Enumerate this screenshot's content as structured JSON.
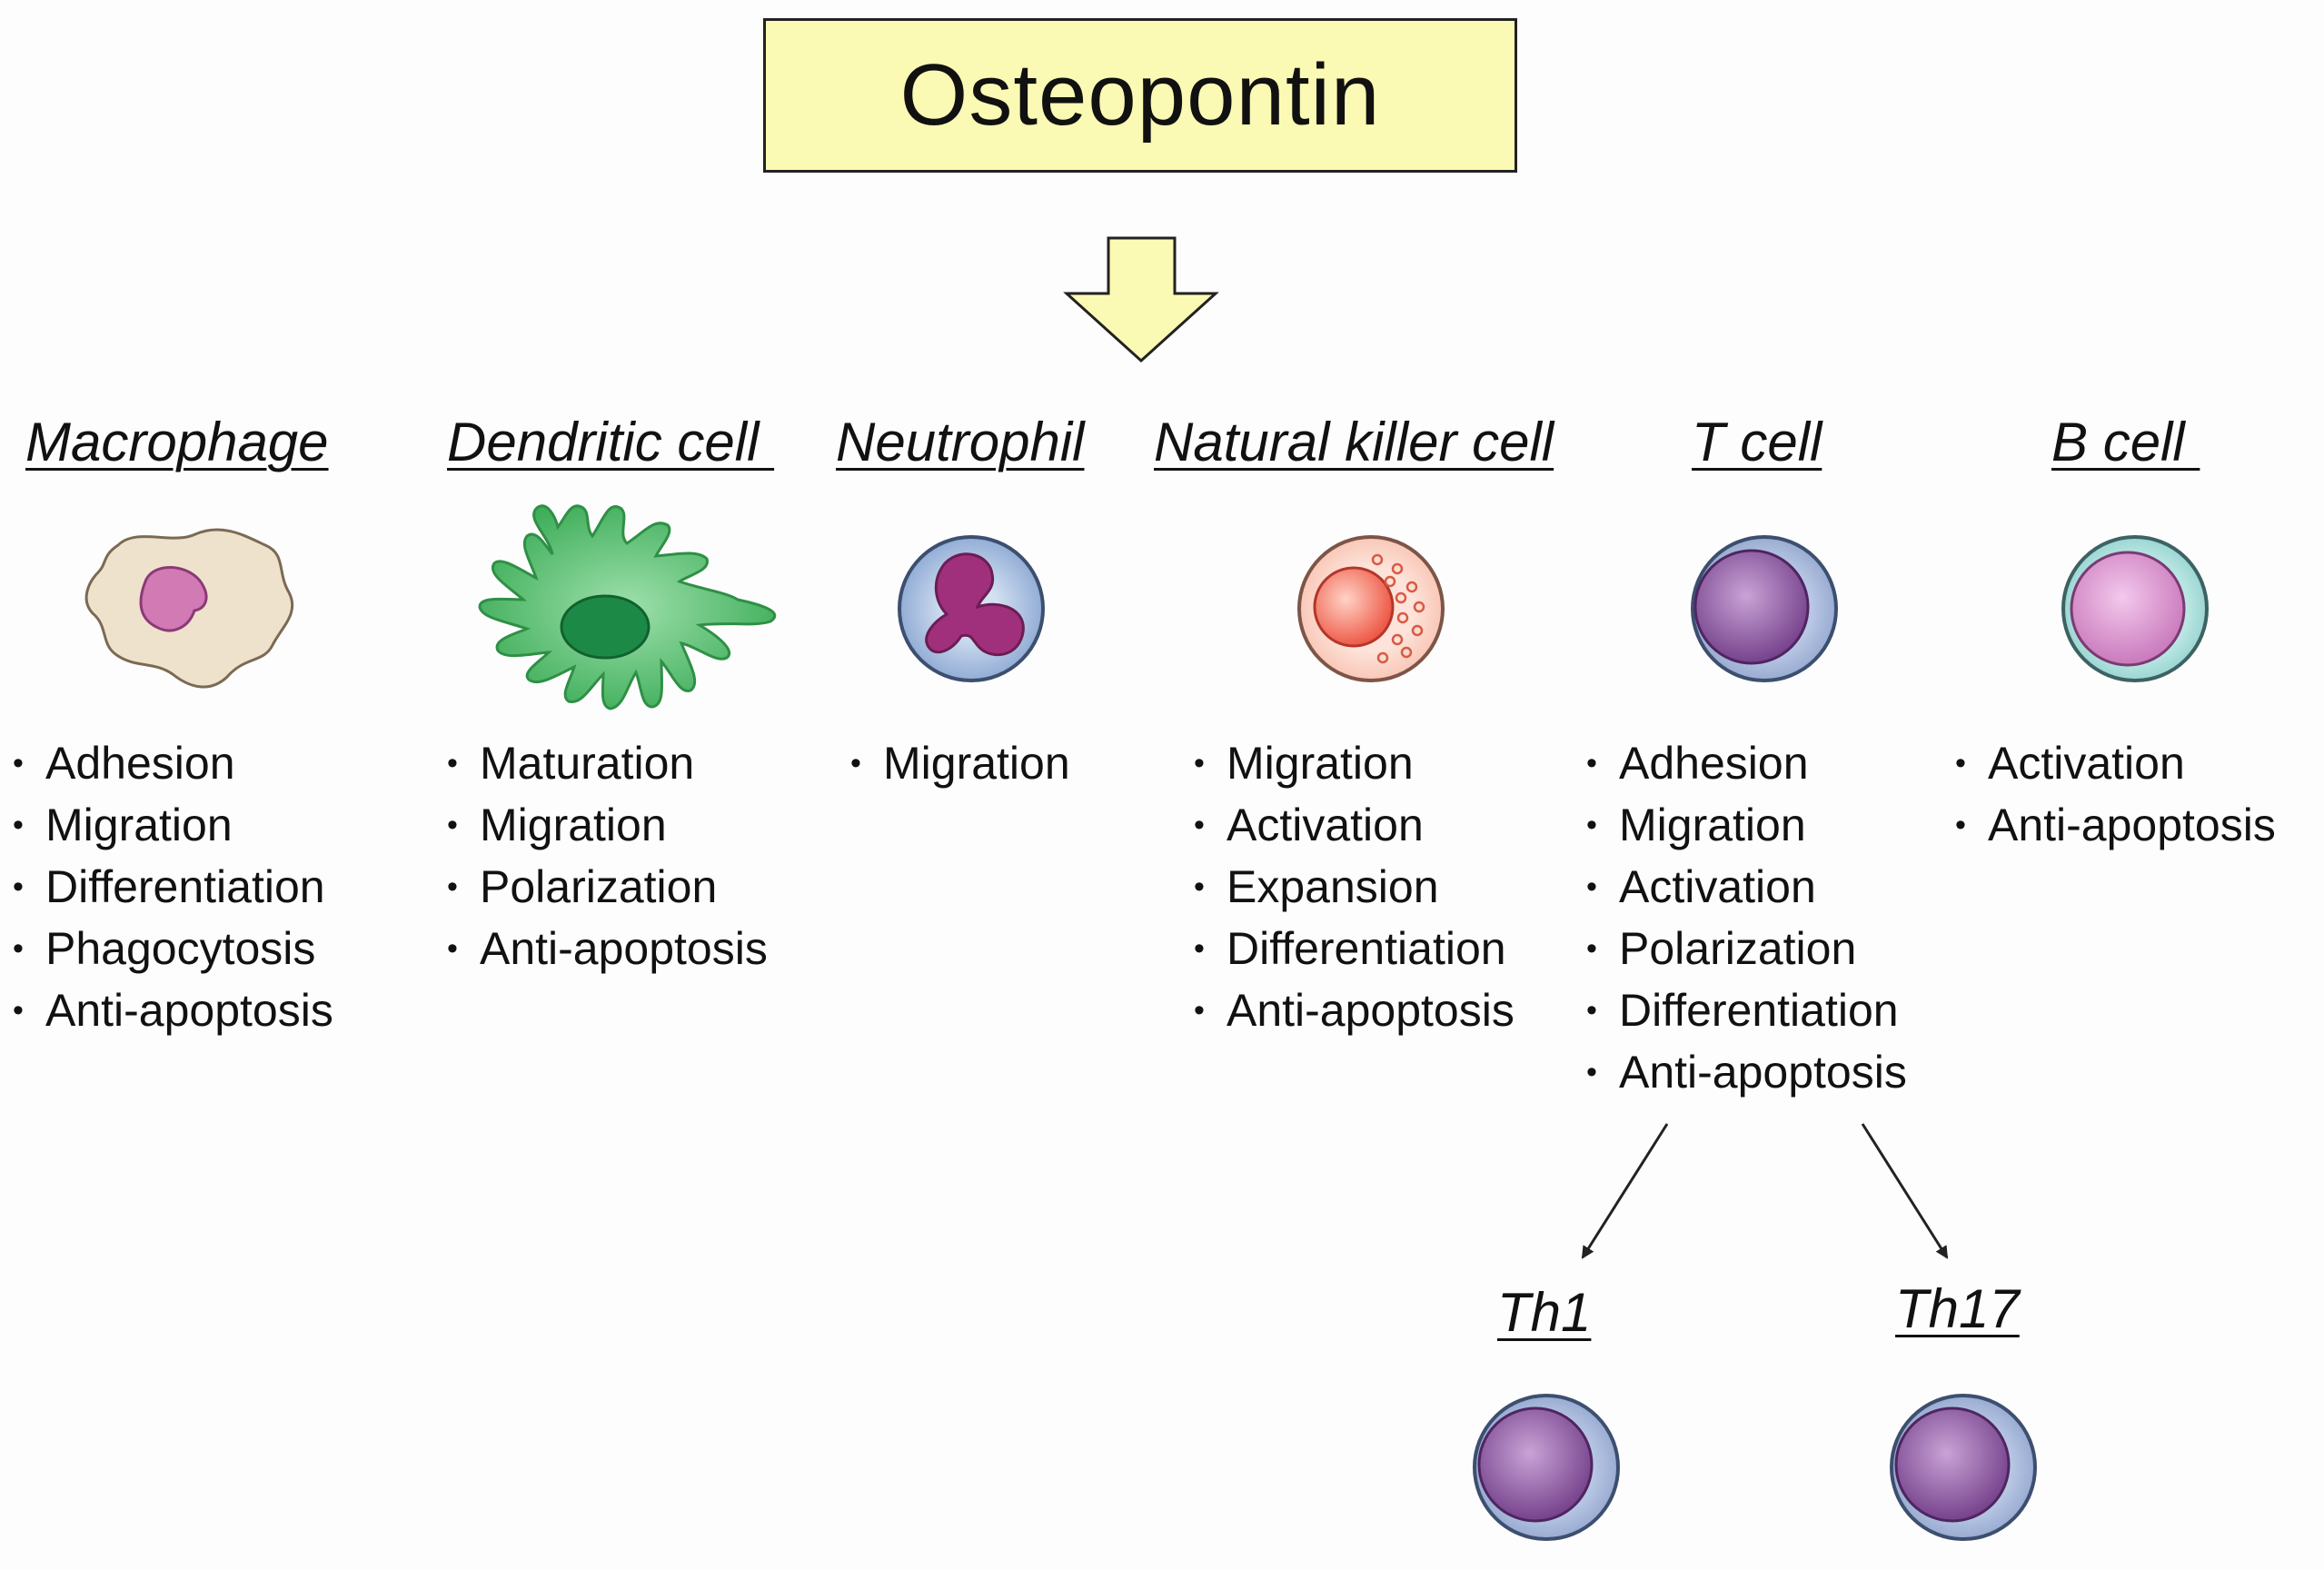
{
  "title": "Osteopontin",
  "cells": [
    {
      "name": "Macrophage",
      "icon": "macrophage-icon",
      "functions": [
        "Adhesion",
        "Migration",
        "Differentiation",
        "Phagocytosis",
        "Anti-apoptosis"
      ]
    },
    {
      "name": "Dendritic cell ",
      "icon": "dendritic-cell-icon",
      "functions": [
        "Maturation",
        "Migration",
        "Polarization",
        "Anti-apoptosis"
      ]
    },
    {
      "name": "Neutrophil",
      "icon": "neutrophil-icon",
      "functions": [
        "Migration"
      ]
    },
    {
      "name": "Natural killer cell",
      "icon": "nk-cell-icon",
      "functions": [
        "Migration",
        "Activation",
        "Expansion",
        "Differentiation",
        "Anti-apoptosis"
      ]
    },
    {
      "name": "T cell",
      "icon": "t-cell-icon",
      "functions": [
        "Adhesion",
        "Migration",
        "Activation",
        "Polarization",
        "Differentiation",
        "Anti-apoptosis"
      ]
    },
    {
      "name": "B cell ",
      "icon": "b-cell-icon",
      "functions": [
        "Activation",
        "Anti-apoptosis"
      ]
    }
  ],
  "t_subsets": [
    {
      "name": "Th1",
      "icon": "th1-cell-icon"
    },
    {
      "name": "Th17",
      "icon": "th17-cell-icon"
    }
  ],
  "colors": {
    "title_fill": "#fafab4",
    "arrow_fill": "#fafab4",
    "macrophage_body": "#ede0c8",
    "macrophage_nucleus": "#d27ab4",
    "dendritic_body": "#52bb6a",
    "dendritic_nucleus": "#1c8a46",
    "neutrophil_body": "#9fb8dc",
    "neutrophil_nucleus": "#a0307c",
    "nk_body": "#fbd2c4",
    "nk_nucleus": "#f36a56",
    "t_cell_outer": "#a4b6d8",
    "t_cell_nucleus": "#8a4c9c",
    "b_cell_outer": "#a8dcda",
    "b_cell_nucleus": "#d893cc"
  }
}
